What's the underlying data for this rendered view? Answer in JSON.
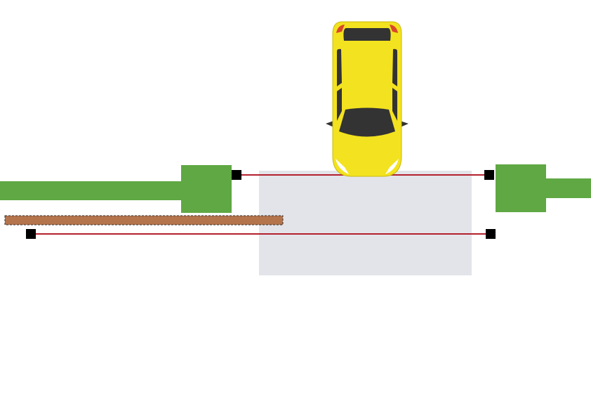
{
  "diagram": {
    "elements": [
      {
        "name": "detection-zone",
        "kind": "area"
      },
      {
        "name": "barrier-gate-left",
        "kind": "barrier"
      },
      {
        "name": "barrier-gate-right",
        "kind": "barrier"
      },
      {
        "name": "barrier-arm-left",
        "kind": "arm"
      },
      {
        "name": "barrier-arm-right",
        "kind": "arm"
      },
      {
        "name": "wooden-boom",
        "kind": "boom"
      },
      {
        "name": "front-beam",
        "kind": "sensor-beam"
      },
      {
        "name": "rear-beam",
        "kind": "sensor-beam"
      },
      {
        "name": "car",
        "kind": "vehicle",
        "icon": "car-top-view-icon"
      }
    ]
  },
  "colors": {
    "background": "#ffffff",
    "zone": "#e3e4ea",
    "barrier": "#5fa843",
    "boom": "#b4744c",
    "beam": "#b3202e",
    "sensor": "#000000",
    "car_body": "#f3e21f",
    "car_glass": "#333333",
    "car_tail_light": "#d9472b",
    "car_head_light": "#ffffff"
  }
}
